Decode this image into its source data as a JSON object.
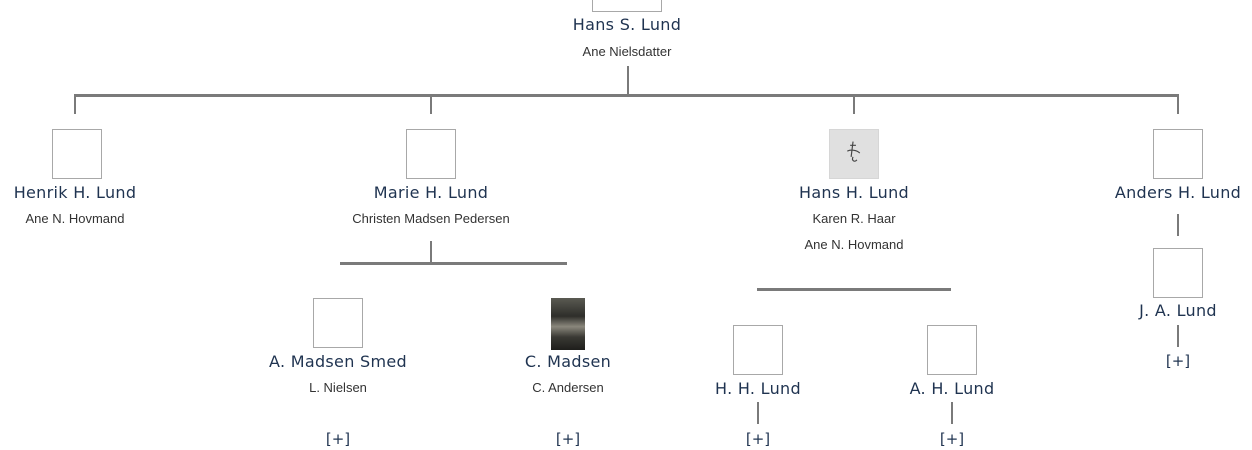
{
  "root": {
    "name": "Hans S. Lund",
    "spouse": "Ane Nielsdatter"
  },
  "children": [
    {
      "name": "Henrik H. Lund",
      "spouses": [
        "Ane N. Hovmand"
      ]
    },
    {
      "name": "Marie H. Lund",
      "spouses": [
        "Christen Madsen Pedersen"
      ]
    },
    {
      "name": "Hans H. Lund",
      "spouses": [
        "Karen R. Haar",
        "Ane N. Hovmand"
      ]
    },
    {
      "name": "Anders H. Lund",
      "spouses": []
    }
  ],
  "grandchildren": [
    {
      "name": "A. Madsen Smed",
      "spouse": "L. Nielsen",
      "expand": "[+]"
    },
    {
      "name": "C. Madsen",
      "spouse": "C. Andersen",
      "expand": "[+]"
    },
    {
      "name": "H. H. Lund",
      "expand": "[+]"
    },
    {
      "name": "A. H. Lund",
      "expand": "[+]"
    },
    {
      "name": "J. A. Lund",
      "expand": "[+]"
    }
  ]
}
